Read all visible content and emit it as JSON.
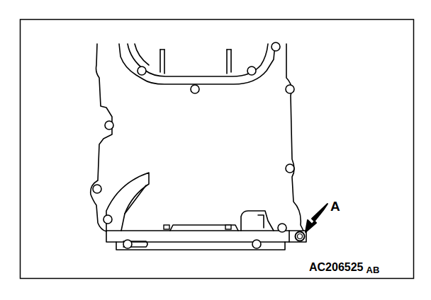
{
  "diagram": {
    "labels": [
      "A",
      "AC206525",
      "AB"
    ]
  }
}
